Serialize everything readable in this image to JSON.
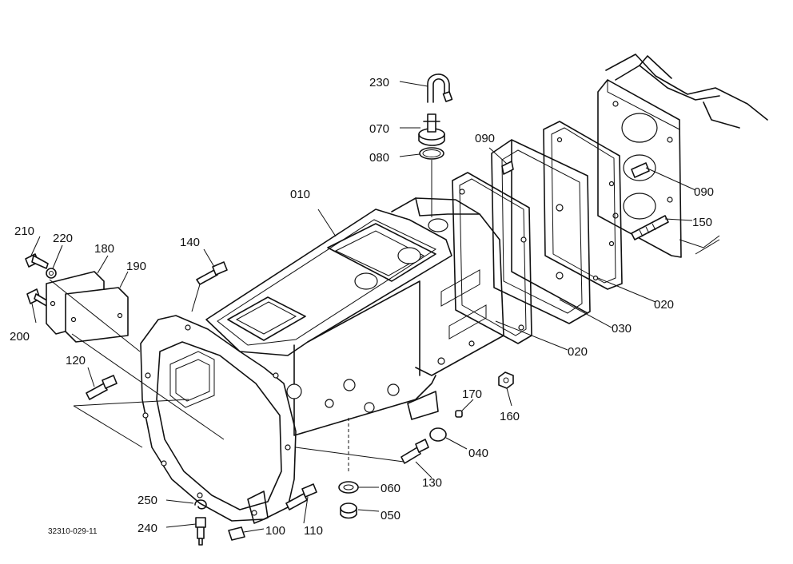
{
  "diagram": {
    "reference_code": "32310-029-11",
    "part_labels": {
      "p230": "230",
      "p070": "070",
      "p080": "080",
      "p090a": "090",
      "p090b": "090",
      "p010": "010",
      "p150": "150",
      "p210": "210",
      "p220": "220",
      "p180": "180",
      "p190": "190",
      "p140": "140",
      "p200": "200",
      "p020a": "020",
      "p030": "030",
      "p020b": "020",
      "p120": "120",
      "p170": "170",
      "p160": "160",
      "p040": "040",
      "p130": "130",
      "p060": "060",
      "p050": "050",
      "p250": "250",
      "p240": "240",
      "p100": "100",
      "p110": "110"
    }
  }
}
